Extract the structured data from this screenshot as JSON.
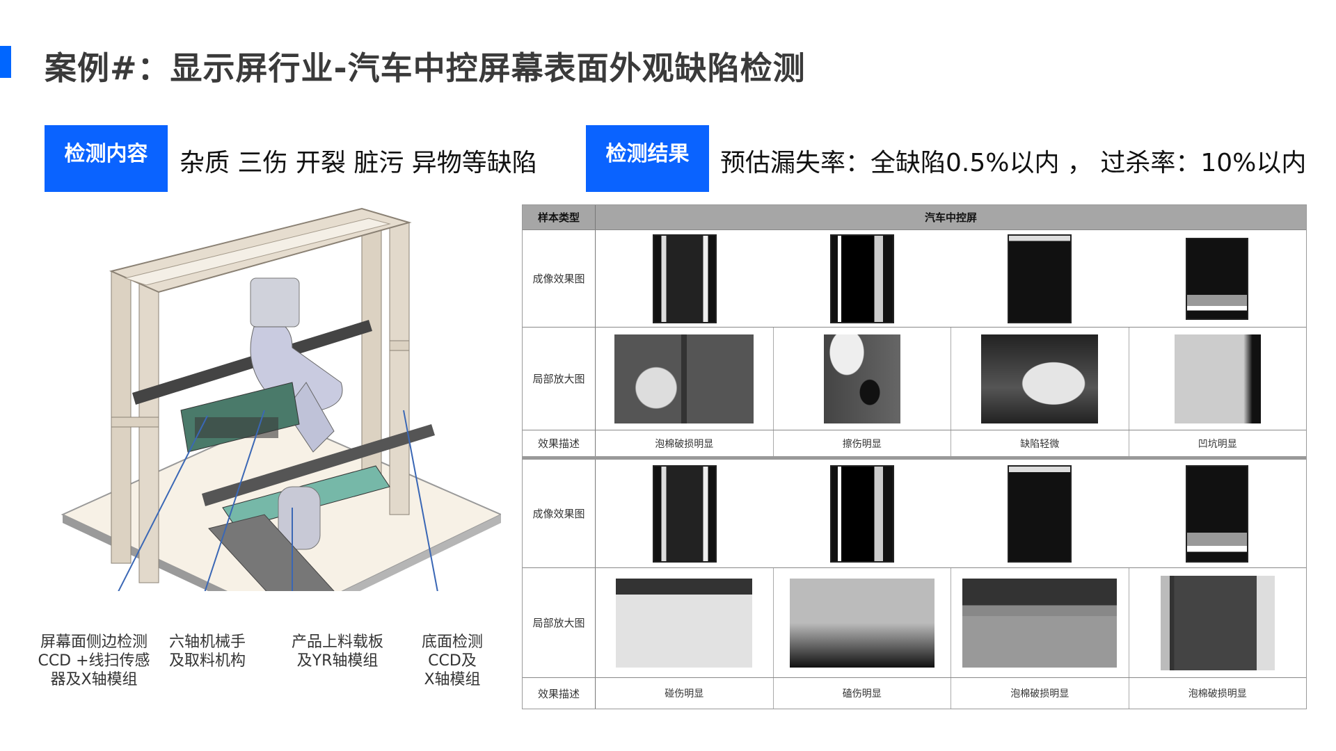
{
  "header": {
    "title": "案例#：显示屏行业-汽车中控屏幕表面外观缺陷检测",
    "accent_color": "#0066ff"
  },
  "detection_content": {
    "tag": "检测内容",
    "text": "杂质 三伤 开裂 脏污 异物等缺陷"
  },
  "detection_result": {
    "tag": "检测结果",
    "text": "预估漏失率：全缺陷0.5%以内 ， 过杀率：10%以内"
  },
  "machine": {
    "callouts": [
      "屏幕面侧边检测\nCCD +线扫传感\n器及X轴模组",
      "六轴机械手\n及取料机构",
      "产品上料载板\n及YR轴模组",
      "底面检测\nCCD及\nX轴模组"
    ]
  },
  "table": {
    "header_label": "样本类型",
    "header_value": "汽车中控屏",
    "row_labels": {
      "imaging": "成像效果图",
      "zoom": "局部放大图",
      "description": "效果描述"
    },
    "block1_descriptions": [
      "泡棉破损明显",
      "擦伤明显",
      "缺陷轻微",
      "凹坑明显"
    ],
    "block2_descriptions": [
      "碰伤明显",
      "磕伤明显",
      "泡棉破损明显",
      "泡棉破损明显"
    ]
  }
}
